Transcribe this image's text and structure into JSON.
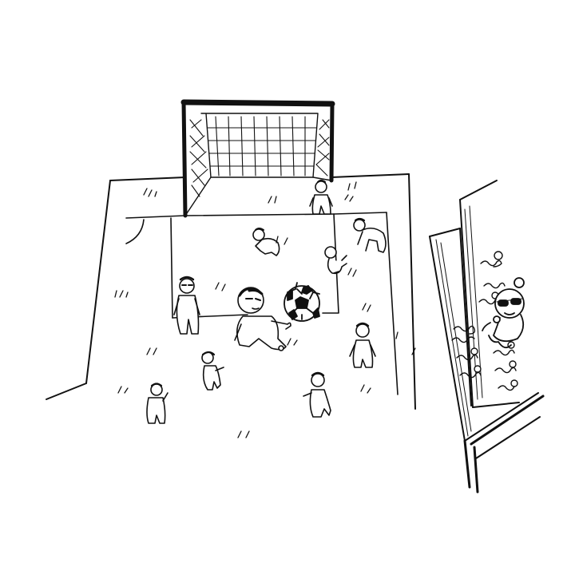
{
  "scene": {
    "background": "#ffffff",
    "ink": "#111111",
    "subjects": [
      "soccer-goal",
      "soccer-field",
      "soccer-ball",
      "players",
      "spectator-stands",
      "spectators"
    ]
  }
}
